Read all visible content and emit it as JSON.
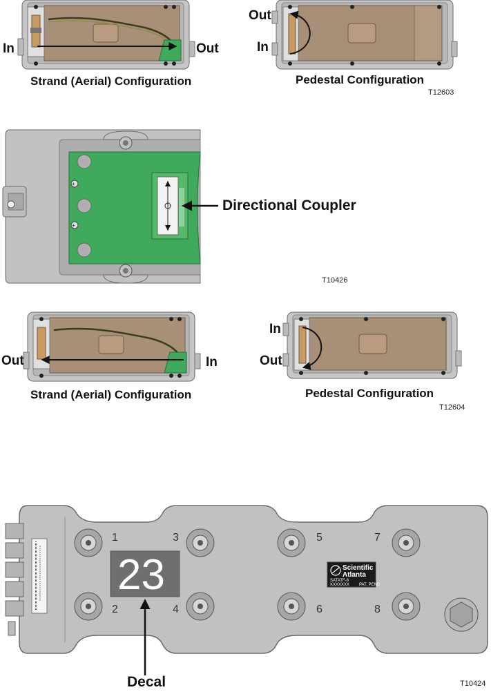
{
  "figure1": {
    "strand_caption": "Strand (Aerial) Configuration",
    "pedestal_caption": "Pedestal Configuration",
    "strand_in": "In",
    "strand_out": "Out",
    "pedestal_out": "Out",
    "pedestal_in": "In",
    "tag": "T12603"
  },
  "figure2": {
    "callout": "Directional Coupler",
    "tag": "T10426"
  },
  "figure3": {
    "strand_caption": "Strand (Aerial) Configuration",
    "pedestal_caption": "Pedestal Configuration",
    "strand_out": "Out",
    "strand_in": "In",
    "pedestal_in": "In",
    "pedestal_out": "Out",
    "tag": "T12604"
  },
  "figure4": {
    "decal_number": "23",
    "callout": "Decal",
    "ports": [
      "1",
      "2",
      "3",
      "4",
      "5",
      "6",
      "7",
      "8"
    ],
    "logo_line1": "Scientific",
    "logo_line2": "Atlanta",
    "logo_model": "SATATF-8",
    "logo_code": "XXXXXXX",
    "logo_patent": "PAT. PEND",
    "tag": "T10424"
  },
  "colors": {
    "housing_outer": "#c2c2c2",
    "housing_inner": "#a89078",
    "board_green": "#3faa5c",
    "decal_bg": "#6f6f6f"
  }
}
